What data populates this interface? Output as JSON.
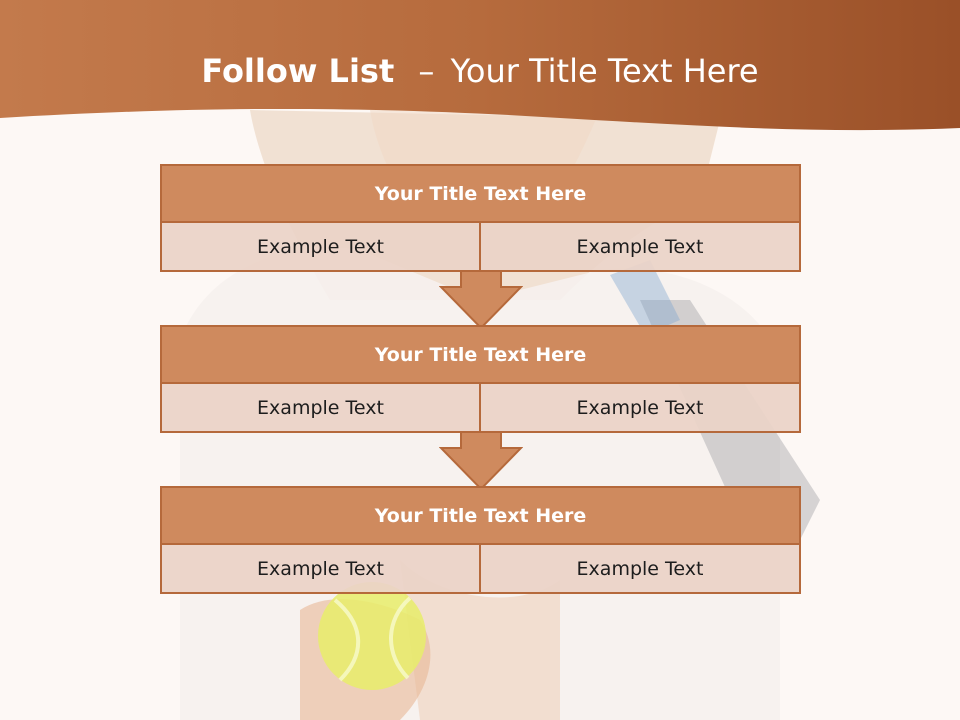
{
  "title": {
    "main": "Follow List",
    "separator": "–",
    "sub": "Your Title Text Here"
  },
  "blocks": [
    {
      "title": "Your Title Text Here",
      "left": "Example Text",
      "right": "Example Text"
    },
    {
      "title": "Your Title Text Here",
      "left": "Example Text",
      "right": "Example Text"
    },
    {
      "title": "Your Title Text Here",
      "left": "Example Text",
      "right": "Example Text"
    }
  ],
  "colors": {
    "header": "#b9693a",
    "block_head": "#cf8a5e",
    "block_border": "#b5693b",
    "block_cell": "#ebd3c7",
    "arrow": "#cf8a5e"
  }
}
